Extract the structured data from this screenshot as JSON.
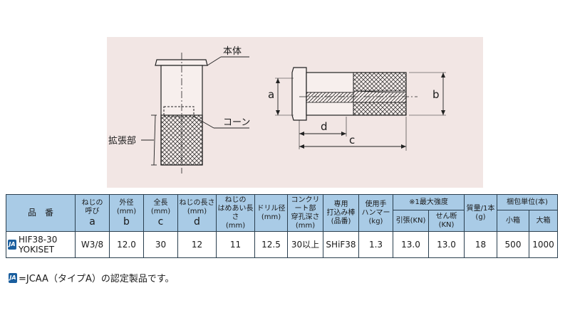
{
  "diagram": {
    "label_body": "本体",
    "label_cone": "コーン",
    "label_expansion": "拡張部",
    "dim_a": "a",
    "dim_b": "b",
    "dim_c": "c",
    "dim_d": "d"
  },
  "table": {
    "headers": {
      "name": "品　番",
      "thread_size": [
        "ねじの",
        "呼び",
        "a"
      ],
      "outer_diameter": [
        "外径",
        "(mm)",
        "b"
      ],
      "total_length": [
        "全長",
        "(mm)",
        "c"
      ],
      "thread_length": [
        "ねじの長さ",
        "(mm)",
        "d"
      ],
      "thread_engagement": [
        "ねじの",
        "はめあい長さ",
        "(mm)"
      ],
      "drill_diameter": [
        "ドリル径",
        "(mm)"
      ],
      "hole_depth": [
        "コンクリート部",
        "穿孔深さ",
        "(mm)"
      ],
      "driving_rod": [
        "専用",
        "打込み棒",
        "(品番)"
      ],
      "hammer": [
        "使用手",
        "ハンマー",
        "(kg)"
      ],
      "strength_group": "※1最大強度",
      "tension": "引張(KN)",
      "shear": "せん断(KN)",
      "weight": [
        "質量/1本",
        "(g)"
      ],
      "packaging_group": "梱包単位(本)",
      "small_box": "小箱",
      "large_box": "大箱"
    },
    "rows": [
      {
        "name_lines": [
          "HIF38-30",
          "YOKISET"
        ],
        "thread_size": "W3/8",
        "outer_diameter": "12.0",
        "total_length": "30",
        "thread_length": "12",
        "thread_engagement": "11",
        "drill_diameter": "12.5",
        "hole_depth": "30以上",
        "driving_rod": "SHiF38",
        "hammer": "1.3",
        "tension": "13.0",
        "shear": "13.0",
        "weight": "18",
        "small_box": "500",
        "large_box": "1000"
      }
    ]
  },
  "jcaa_icon_text": "JA",
  "footnote": "=JCAA（タイプA）の認定製品です。",
  "colors": {
    "header_bg": "#a9cbe6",
    "panel_bg": "#f2e6e4",
    "badge": "#1a5e9e"
  }
}
